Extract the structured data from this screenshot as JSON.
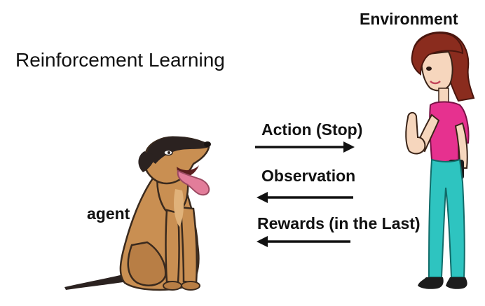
{
  "title": "Reinforcement Learning",
  "environment_label": "Environment",
  "agent_label": "agent",
  "arrows": [
    {
      "label": "Action (Stop)",
      "direction": "right"
    },
    {
      "label": "Observation",
      "direction": "left"
    },
    {
      "label": "Rewards (in the Last)",
      "direction": "left"
    }
  ],
  "colors": {
    "text": "#111111",
    "arrow": "#111111",
    "dog_body": "#c98f52",
    "dog_dark": "#2b2220",
    "dog_tongue": "#e27d9a",
    "woman_hair": "#8a2c1e",
    "woman_shirt": "#e6318f",
    "woman_pants": "#2ec4c0",
    "skin": "#f6d6bd"
  }
}
